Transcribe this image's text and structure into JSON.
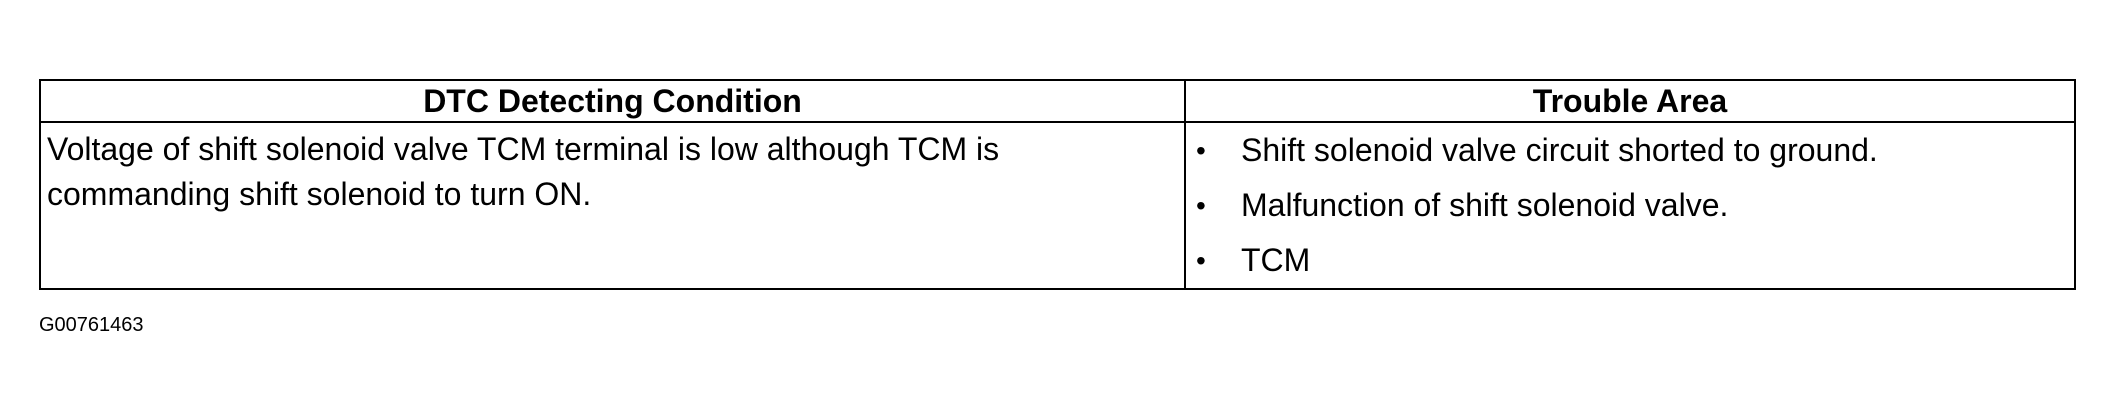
{
  "table": {
    "headers": {
      "condition": "DTC Detecting Condition",
      "area": "Trouble Area"
    },
    "condition_text": "Voltage of shift solenoid valve TCM terminal is low although TCM is commanding shift solenoid to turn ON.",
    "trouble_areas": [
      "Shift solenoid valve circuit shorted to ground.",
      "Malfunction of shift solenoid valve.",
      "TCM"
    ],
    "bullet": "•"
  },
  "figure_id": "G00761463"
}
